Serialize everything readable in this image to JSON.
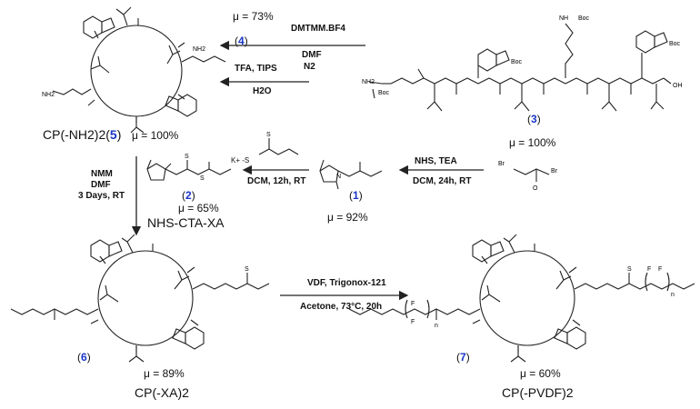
{
  "compounds": {
    "c5": {
      "label": "CP(-NH2)2",
      "number": "5",
      "yield": "μ = 100%"
    },
    "c3": {
      "number": "3",
      "yield": "μ = 100%"
    },
    "c4": {
      "number": "4",
      "yield": "μ = 73%"
    },
    "c2": {
      "label": "NHS-CTA-XA",
      "number": "2",
      "yield": "μ = 65%"
    },
    "c1": {
      "number": "1",
      "yield": "μ = 92%"
    },
    "c6": {
      "label": "CP(-XA)2",
      "number": "6",
      "yield": "μ = 89%"
    },
    "c7": {
      "label": "CP(-PVDF)2",
      "number": "7",
      "yield": "μ = 60%"
    }
  },
  "conditions": {
    "step4_top": "DMTMM.BF4",
    "step4_bottom1": "DMF",
    "step4_bottom2": "N2",
    "step5_top": "TFA, TIPS",
    "step5_bottom": "H2O",
    "step2_top_reagent": "K+ -S",
    "step2_bottom": "DCM, 12h, RT",
    "step1_top": "NHS, TEA",
    "step1_bottom": "DCM, 24h, RT",
    "step6_line1": "NMM",
    "step6_line2": "DMF",
    "step6_line3": "3 Days, RT",
    "step7_top": "VDF, Trigonox-121",
    "step7_bottom": "Acetone, 73°C, 20h"
  },
  "atoms": {
    "nh2": "NH2",
    "nh": "NH",
    "n": "N",
    "o": "O",
    "s": "S",
    "br": "Br",
    "boc": "Boc",
    "oh": "OH",
    "h": "H",
    "f": "F",
    "n_sub": "n"
  }
}
